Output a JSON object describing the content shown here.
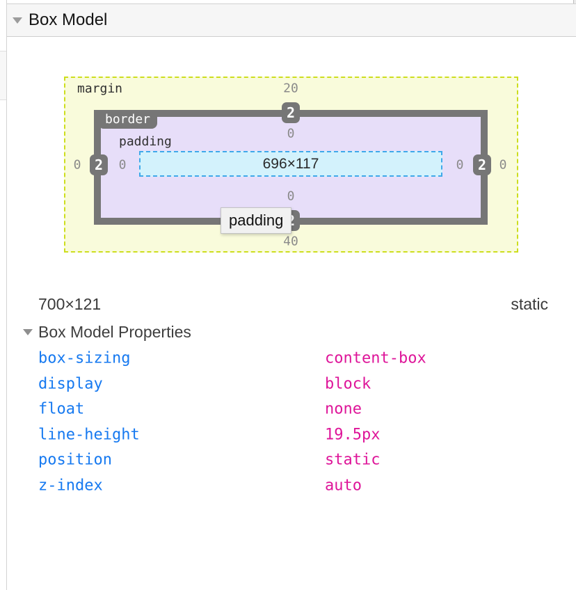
{
  "header": {
    "title": "Box Model"
  },
  "diagram": {
    "labels": {
      "margin": "margin",
      "border": "border",
      "padding": "padding"
    },
    "content_size": "696×117",
    "values": {
      "margin_top": "20",
      "margin_bottom": "40",
      "margin_left": "0",
      "margin_right": "0",
      "border_top": "2",
      "border_bottom": "2",
      "border_left": "2",
      "border_right": "2",
      "padding_top": "0",
      "padding_bottom": "0",
      "padding_left": "0",
      "padding_right": "0"
    },
    "tooltip": "padding"
  },
  "summary": {
    "dimensions": "700×121",
    "position": "static"
  },
  "properties": {
    "title": "Box Model Properties",
    "rows": [
      {
        "name": "box-sizing",
        "value": "content-box"
      },
      {
        "name": "display",
        "value": "block"
      },
      {
        "name": "float",
        "value": "none"
      },
      {
        "name": "line-height",
        "value": "19.5px"
      },
      {
        "name": "position",
        "value": "static"
      },
      {
        "name": "z-index",
        "value": "auto"
      }
    ]
  },
  "colors": {
    "margin_fill": "#f9fbdb",
    "margin_dash": "#cdde1e",
    "border_gray": "#767676",
    "padding_fill": "#e7def9",
    "content_fill": "#d3f2fc",
    "content_dash": "#3fa9ea",
    "diagram_number_gray": "#8a8a8a",
    "property_name_blue": "#1679f0",
    "property_value_magenta": "#de1599"
  }
}
